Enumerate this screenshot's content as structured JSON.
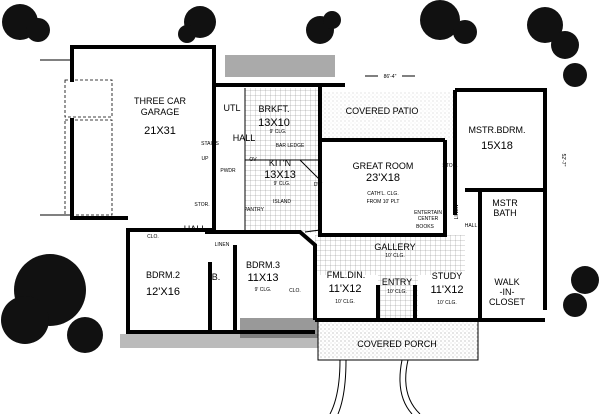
{
  "plan": {
    "overall_width": "86'-4\"",
    "overall_depth": "52'-7\"",
    "rooms": {
      "garage": {
        "name": "THREE CAR",
        "name2": "GARAGE",
        "size": "21X31"
      },
      "utl": {
        "name": "UTL"
      },
      "brkft": {
        "name": "BRKFT.",
        "size": "13X10",
        "note": "9' CLG."
      },
      "bar_ledge": {
        "name": "BAR LEDGE"
      },
      "stairs": {
        "name": "STAIRS",
        "up": "UP"
      },
      "kitchen": {
        "name": "KIT'N",
        "size": "13X13",
        "note": "9' CLG.",
        "island": "ISLAND",
        "dw": "DW",
        "ov": "OV"
      },
      "pantry": {
        "name": "PANTRY"
      },
      "pwdr": {
        "name": "PWDR"
      },
      "stor1": {
        "name": "STOR."
      },
      "hall1": {
        "name": "HALL"
      },
      "hall2": {
        "name": "HALL"
      },
      "linen1": {
        "name": "LINEN"
      },
      "covered_patio": {
        "name": "COVERED PATIO"
      },
      "great_room": {
        "name": "GREAT ROOM",
        "size": "23'X18",
        "note": "CATH'L. CLG.",
        "note2": "FROM 10' PLT"
      },
      "entertain": {
        "name": "ENTERTAIN",
        "name2": "CENTER",
        "books": "BOOKS"
      },
      "stor2": {
        "name": "STOR."
      },
      "linen2": {
        "name": "LINEN"
      },
      "mstr_bdrm": {
        "name": "MSTR.BDRM.",
        "size": "15X18"
      },
      "mstr_bath": {
        "name": "MSTR",
        "name2": "BATH"
      },
      "hall3": {
        "name": "HALL"
      },
      "walk_in": {
        "name": "WALK",
        "name2": "-IN-",
        "name3": "CLOSET"
      },
      "bdrm2": {
        "name": "BDRM.2",
        "size": "12'X16",
        "clo": "CLO."
      },
      "bath_b": {
        "name": "B."
      },
      "bdrm3": {
        "name": "BDRM.3",
        "size": "11X13",
        "note": "9' CLG.",
        "clo": "CLO."
      },
      "gallery": {
        "name": "GALLERY",
        "note": "10' CLG."
      },
      "fml_din": {
        "name": "FML.DIN.",
        "size": "11'X12",
        "note": "10' CLG."
      },
      "entry": {
        "name": "ENTRY",
        "note": "10' CLG."
      },
      "study": {
        "name": "STUDY",
        "size": "11'X12",
        "note": "10' CLG."
      },
      "covered_porch": {
        "name": "COVERED PORCH"
      }
    }
  }
}
